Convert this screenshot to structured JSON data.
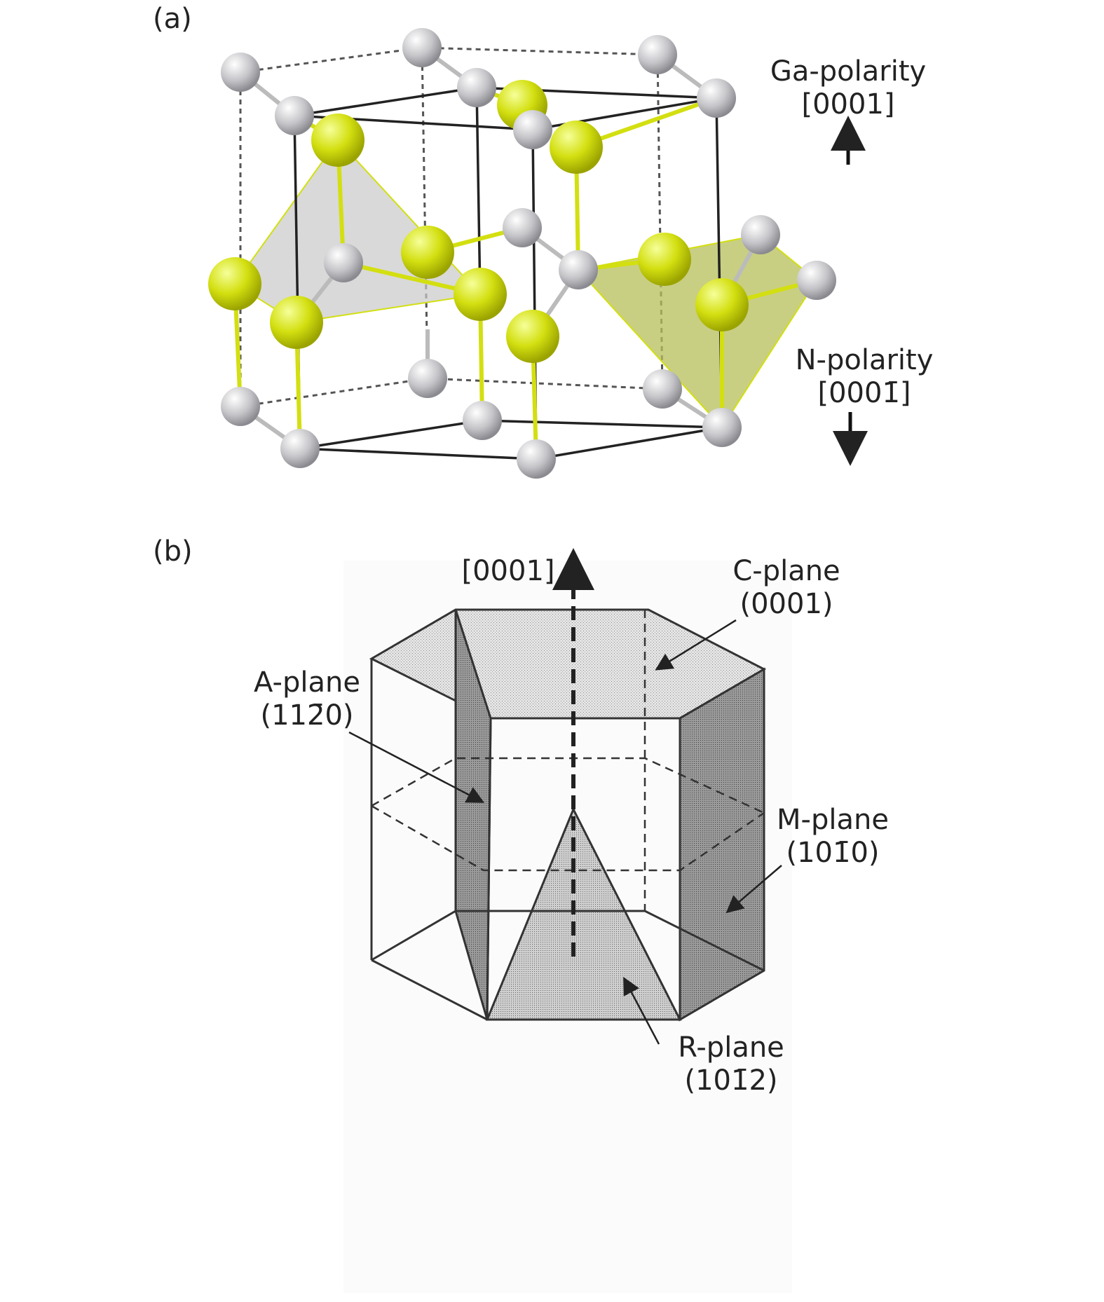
{
  "panel_a": {
    "label": "(a)",
    "ga_polarity": {
      "title": "Ga-polarity",
      "direction": "[0001]"
    },
    "n_polarity": {
      "title": "N-polarity",
      "direction": "[0001̄]"
    }
  },
  "panel_b": {
    "label": "(b)",
    "axis_label": "[0001]",
    "c_plane": {
      "title": "C-plane",
      "index": "(0001)"
    },
    "a_plane": {
      "title": "A-plane",
      "index": "(112̄0)"
    },
    "m_plane": {
      "title": "M-plane",
      "index": "(101̄0)"
    },
    "r_plane": {
      "title": "R-plane",
      "index": "(101̄2)"
    }
  },
  "colors": {
    "gallium": "#d6e21a",
    "nitrogen": "#c8c8cc",
    "green_tetra": "#b5bf5a",
    "gray_tetra": "#c9c9c9"
  }
}
